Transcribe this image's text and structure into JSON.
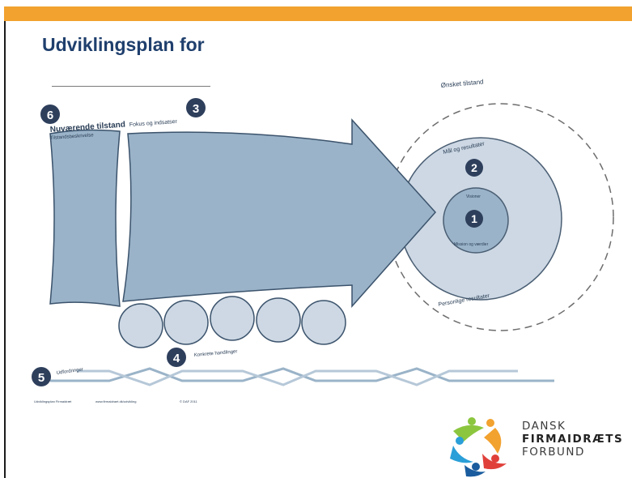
{
  "header": {
    "title": "Udviklingsplan for"
  },
  "diagram": {
    "badges": [
      "6",
      "3",
      "2",
      "1",
      "4",
      "5"
    ],
    "labels": {
      "current_state": "Nuværende tilstand",
      "current_sub": "Tilstandsbeskrivelse",
      "strategy": "Fokus og indsatser",
      "desired": "Ønsket tilstand",
      "goals": "Mål og resultater",
      "center_top": "Visioner",
      "center_bottom": "Mission og værdier",
      "personal": "Personlige resultater",
      "actions": "Konkrete handlinger",
      "challenges": "Udfordringer"
    },
    "footer": [
      "Udviklingsplan Firmaidræt",
      "www.firmaidraet.dk/udvikling",
      "© DAF 2011"
    ]
  },
  "logo": {
    "line1": "DANSK",
    "line2": "FIRMAIDRÆTS",
    "line3": "FORBUND",
    "colors": [
      "#2a9fd8",
      "#f2a22f",
      "#8cc63f",
      "#e0403a",
      "#1a5c9e"
    ]
  }
}
